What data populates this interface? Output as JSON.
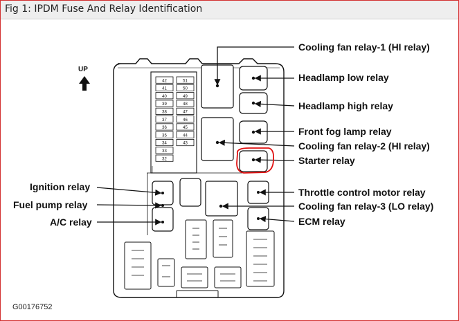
{
  "window": {
    "title": "Fig 1: IPDM Fuse And Relay Identification"
  },
  "diagram": {
    "up_label": "UP",
    "figure_code": "G00176752",
    "fuse_numbers": [
      [
        "42",
        "51"
      ],
      [
        "41",
        "50"
      ],
      [
        "40",
        "49"
      ],
      [
        "39",
        "48"
      ],
      [
        "38",
        "47"
      ],
      [
        "37",
        "46"
      ],
      [
        "36",
        "45"
      ],
      [
        "35",
        "44"
      ],
      [
        "34",
        "43"
      ],
      [
        "33",
        ""
      ],
      [
        "32",
        ""
      ]
    ],
    "labels_right": [
      "Cooling fan relay-1 (HI relay)",
      "Headlamp low relay",
      "Headlamp high relay",
      "Front fog lamp relay",
      "Cooling fan relay-2 (HI relay)",
      "Starter relay",
      "Throttle control motor relay",
      "Cooling fan relay-3 (LO relay)",
      "ECM relay"
    ],
    "labels_left": [
      "Ignition relay",
      "Fuel pump relay",
      "A/C relay"
    ],
    "highlight_color": "#e01010"
  }
}
